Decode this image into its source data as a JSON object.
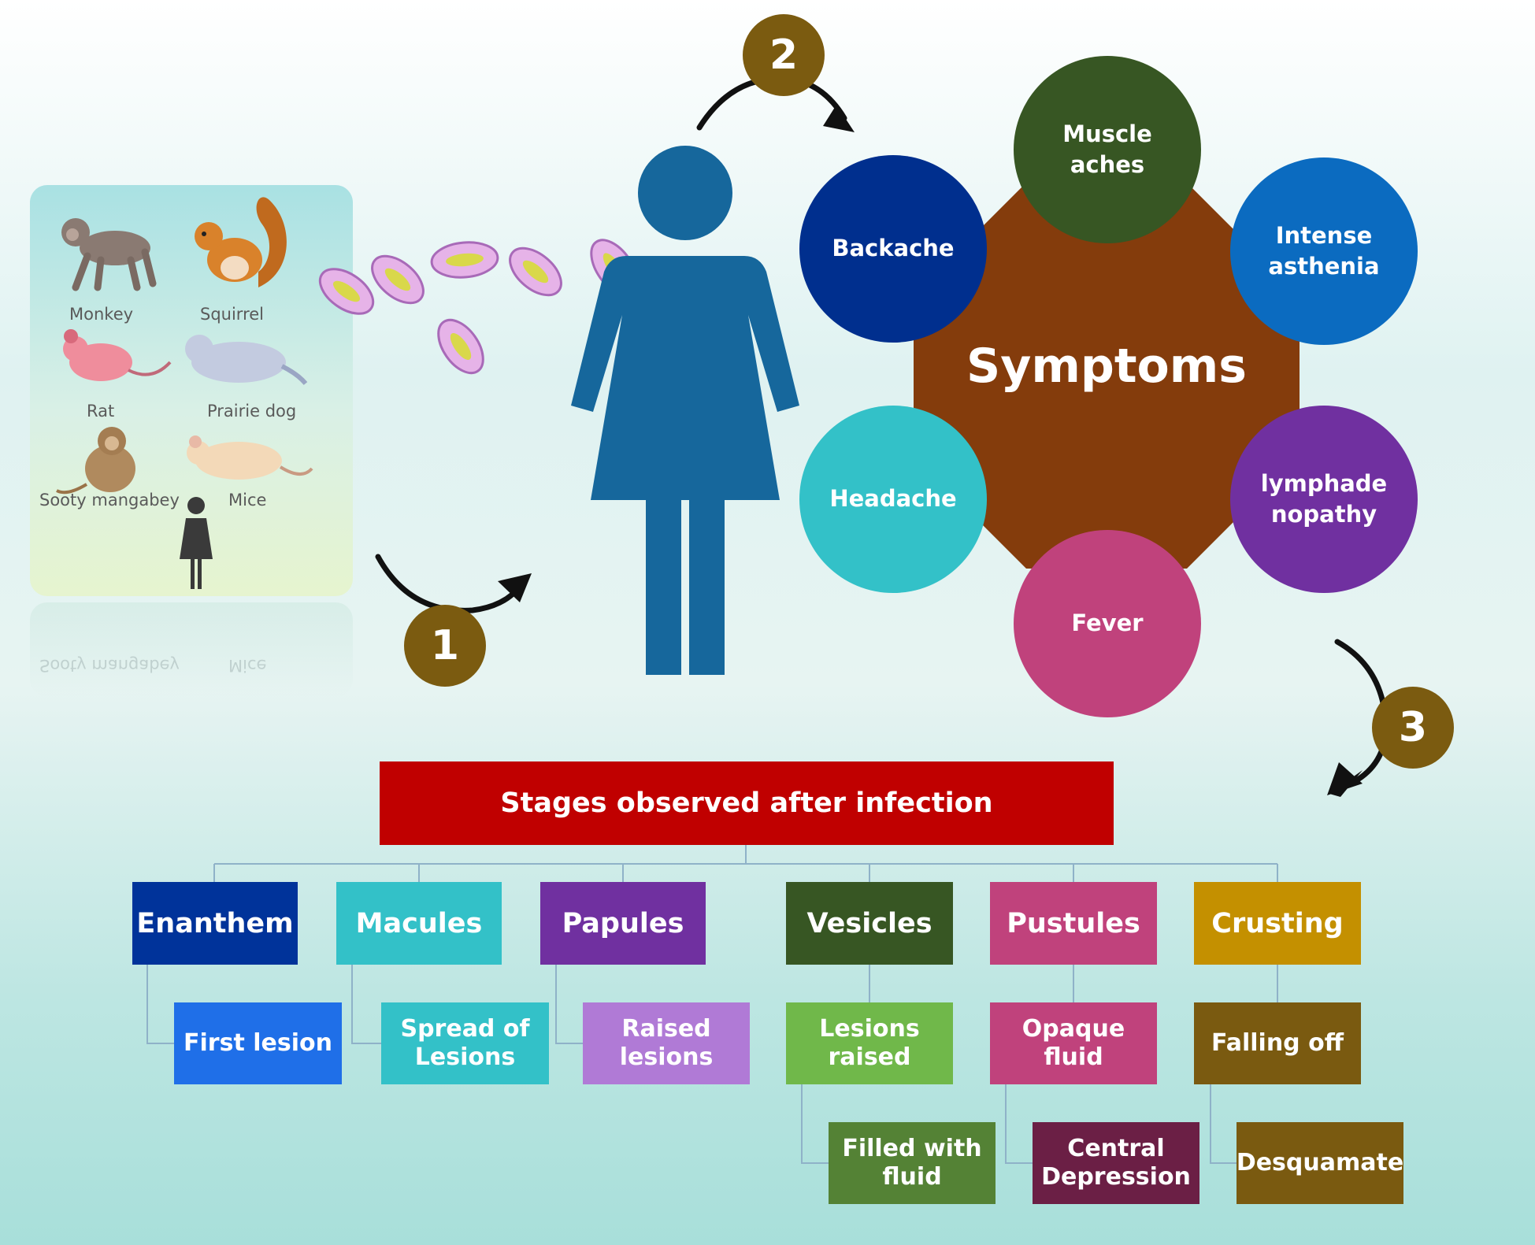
{
  "animals": {
    "labels": [
      "Monkey",
      "Squirrel",
      "Rat",
      "Prairie dog",
      "Sooty mangabey",
      "Mice"
    ],
    "reflection_labels": [
      "Sooty mangabey",
      "Mice"
    ]
  },
  "steps": [
    "1",
    "2",
    "3"
  ],
  "symptoms": {
    "center": "Symptoms",
    "items": [
      {
        "label": "Muscle\naches",
        "color": "#375623"
      },
      {
        "label": "Intense\nasthenia",
        "color": "#0b6bc0"
      },
      {
        "label": "lymphade\nnopathy",
        "color": "#7030a0"
      },
      {
        "label": "Fever",
        "color": "#c0427c"
      },
      {
        "label": "Headache",
        "color": "#33c1c8"
      },
      {
        "label": "Backache",
        "color": "#002f8e"
      }
    ],
    "center_color": "#843c0c"
  },
  "stages": {
    "title": "Stages observed after infection",
    "title_color": "#c00000",
    "items": [
      {
        "name": "Enanthem",
        "color": "#00339a",
        "subs": [
          {
            "text": "First lesion",
            "color": "#1f6fe8"
          }
        ]
      },
      {
        "name": "Macules",
        "color": "#33c1c8",
        "subs": [
          {
            "text": "Spread of\nLesions",
            "color": "#33c1c8"
          }
        ]
      },
      {
        "name": "Papules",
        "color": "#7030a0",
        "subs": [
          {
            "text": "Raised\nlesions",
            "color": "#b07ad6"
          }
        ]
      },
      {
        "name": "Vesicles",
        "color": "#375623",
        "subs": [
          {
            "text": "Lesions\nraised",
            "color": "#70b84a"
          },
          {
            "text": "Filled with\nfluid",
            "color": "#548235"
          }
        ]
      },
      {
        "name": "Pustules",
        "color": "#c0427c",
        "subs": [
          {
            "text": "Opaque\nfluid",
            "color": "#c0427c"
          },
          {
            "text": "Central\nDepression",
            "color": "#6b1f45"
          }
        ]
      },
      {
        "name": "Crusting",
        "color": "#c49000",
        "subs": [
          {
            "text": "Falling off",
            "color": "#7a5a10"
          },
          {
            "text": "Desquamate",
            "color": "#7a5a10"
          }
        ]
      }
    ]
  }
}
